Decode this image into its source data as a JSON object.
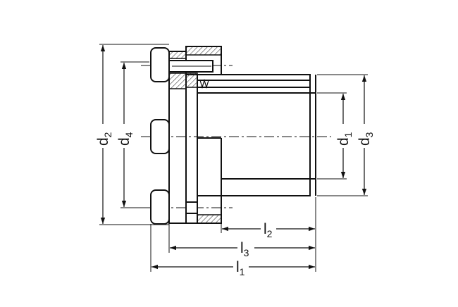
{
  "diagram": {
    "type": "technical-drawing",
    "subject": "shaft-hub locking assembly, side section view",
    "line_color": "#111111",
    "hatch_color": "#444444",
    "background_color": "#ffffff",
    "dimensions": {
      "d2": {
        "base": "d",
        "sub": "2"
      },
      "d4": {
        "base": "d",
        "sub": "4"
      },
      "d1": {
        "base": "d",
        "sub": "1"
      },
      "d3": {
        "base": "d",
        "sub": "3"
      },
      "l1": {
        "base": "l",
        "sub": "1"
      },
      "l2": {
        "base": "l",
        "sub": "2"
      },
      "l3": {
        "base": "l",
        "sub": "3"
      }
    }
  }
}
